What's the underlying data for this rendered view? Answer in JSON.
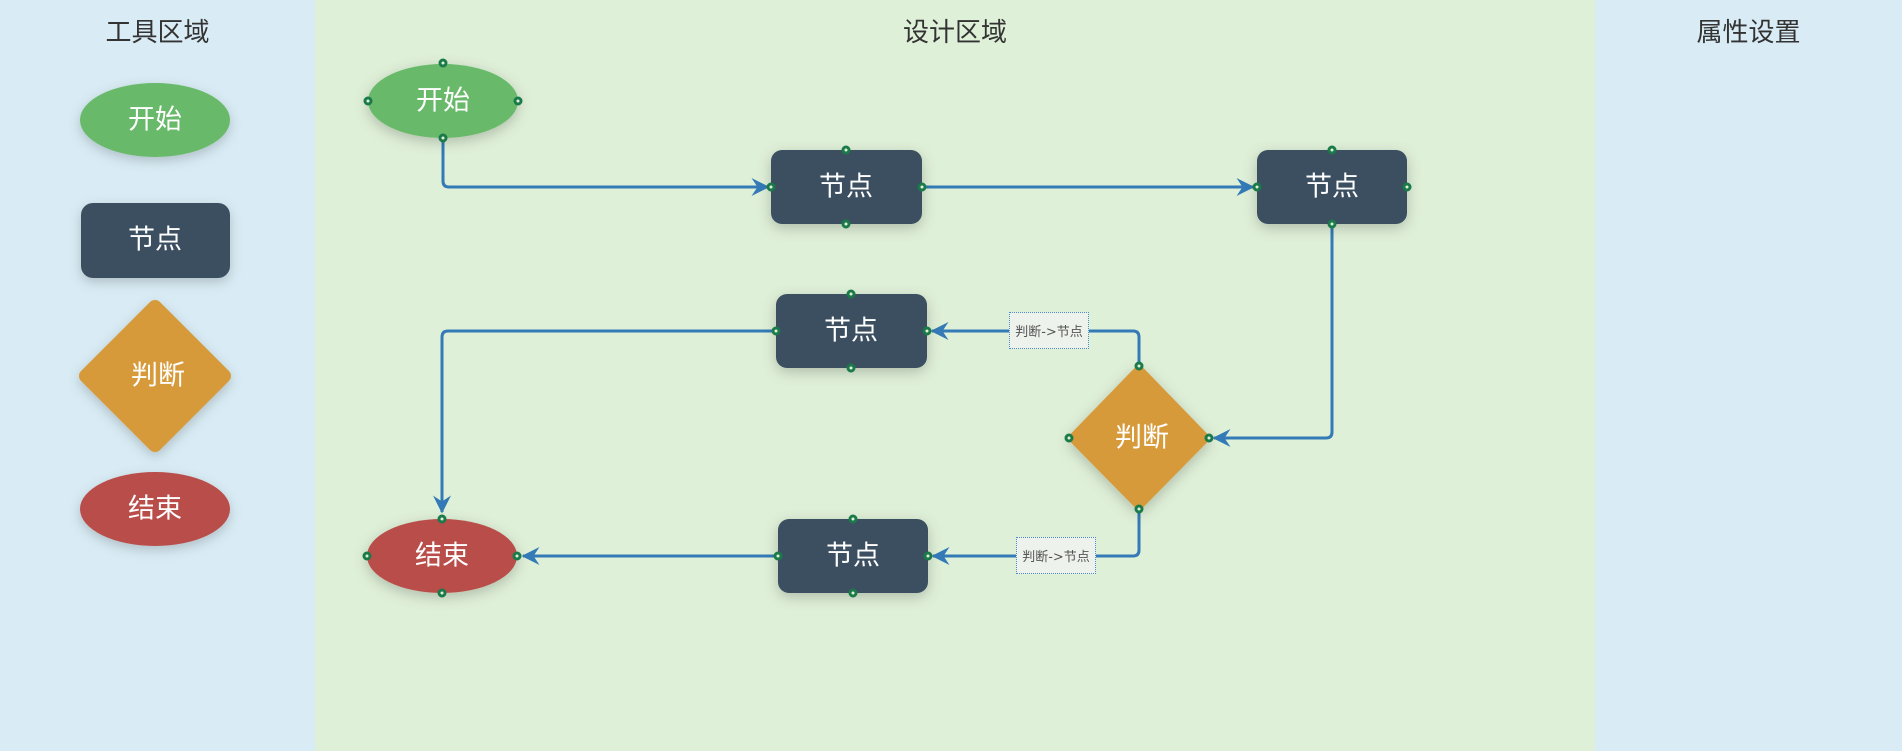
{
  "panels": {
    "tools": "工具区域",
    "design": "设计区域",
    "properties": "属性设置"
  },
  "toolbox": {
    "start": "开始",
    "node": "节点",
    "decision": "判断",
    "end": "结束"
  },
  "diagram": {
    "start": "开始",
    "node1": "节点",
    "node2": "节点",
    "node3": "节点",
    "node4": "节点",
    "decision": "判断",
    "end": "结束",
    "edge_labels": {
      "decision_to_node3": "判断->节点",
      "decision_to_node4": "判断->节点"
    }
  },
  "colors": {
    "start": "#67b96a",
    "node": "#3a5061",
    "decision": "#d79a3b",
    "end": "#b94d4a",
    "edge": "#337ab7"
  }
}
